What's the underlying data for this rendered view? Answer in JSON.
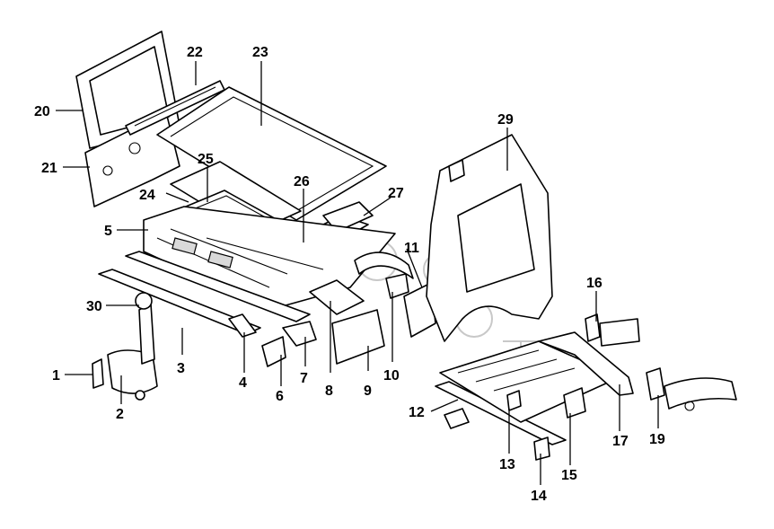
{
  "callouts": [
    "1",
    "2",
    "3",
    "4",
    "5",
    "6",
    "7",
    "8",
    "9",
    "10",
    "11",
    "12",
    "13",
    "14",
    "15",
    "16",
    "17",
    "19",
    "20",
    "21",
    "22",
    "23",
    "24",
    "25",
    "26",
    "27",
    "29",
    "30"
  ],
  "colors": {
    "line": "#000000",
    "background": "#ffffff",
    "watermark": "#c8c8c8"
  }
}
